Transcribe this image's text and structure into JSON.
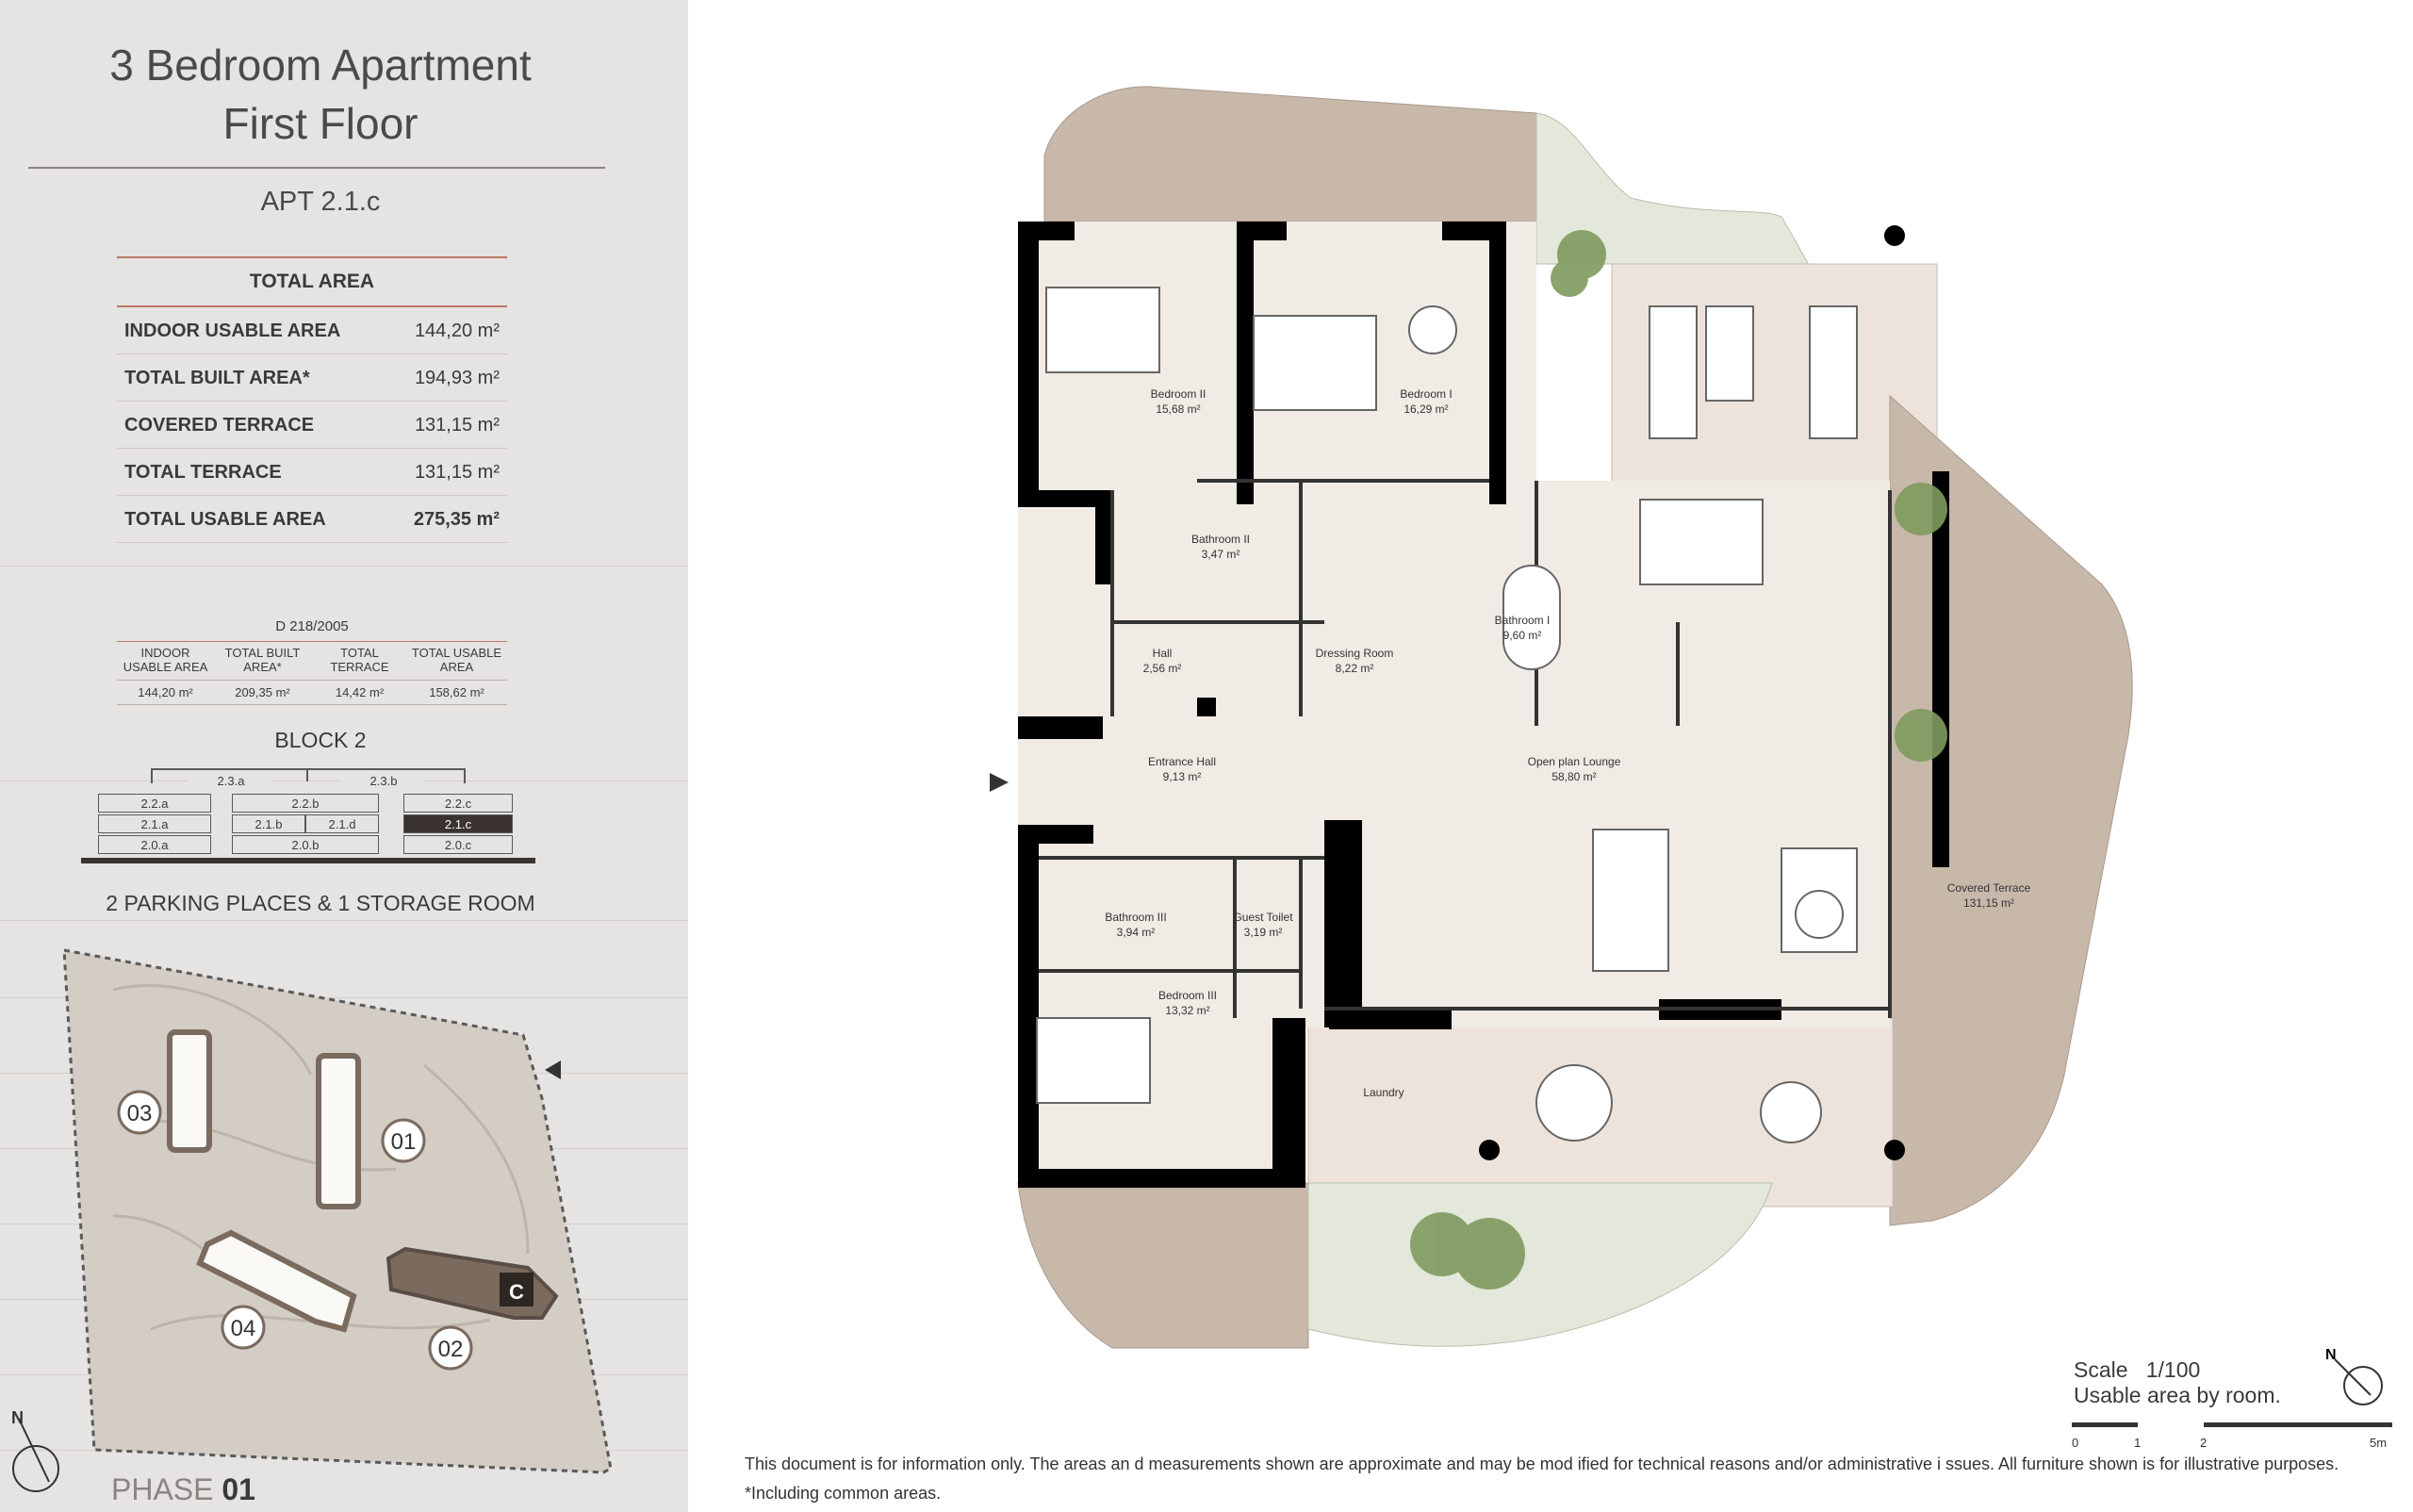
{
  "header": {
    "title_line1": "3 Bedroom Apartment",
    "title_line2": "First Floor",
    "apt": "APT 2.1.c"
  },
  "areas": {
    "header": "TOTAL AREA",
    "rows": [
      {
        "label": "INDOOR USABLE AREA",
        "value": "144,20 m²"
      },
      {
        "label": "TOTAL BUILT AREA*",
        "value": "194,93 m²"
      },
      {
        "label": "COVERED TERRACE",
        "value": "131,15 m²"
      },
      {
        "label": "TOTAL TERRACE",
        "value": "131,15 m²"
      },
      {
        "label": "TOTAL USABLE AREA",
        "value": "275,35 m²"
      }
    ]
  },
  "decree": {
    "label": "D 218/2005",
    "headers": [
      "INDOOR USABLE AREA",
      "TOTAL BUILT AREA*",
      "TOTAL TERRACE",
      "TOTAL USABLE AREA"
    ],
    "values": [
      "144,20 m²",
      "209,35 m²",
      "14,42 m²",
      "158,62 m²"
    ]
  },
  "block": {
    "title": "BLOCK 2",
    "top": [
      "2.3.a",
      "2.3.b"
    ],
    "row1": [
      "2.2.a",
      "2.2.b",
      "2.2.c"
    ],
    "row2": [
      "2.1.a",
      "2.1.b",
      "2.1.d",
      "2.1.c"
    ],
    "row3": [
      "2.0.a",
      "2.0.b",
      "2.0.c"
    ],
    "active": "2.1.c"
  },
  "parking": "2 PARKING PLACES & 1 STORAGE ROOM",
  "site": {
    "labels": [
      "03",
      "01",
      "04",
      "02"
    ],
    "block_letter": "C",
    "phase_label": "PHASE",
    "phase_number": "01",
    "north": "N"
  },
  "rooms": [
    {
      "name": "Bedroom II",
      "area": "15,68 m²"
    },
    {
      "name": "Bedroom I",
      "area": "16,29 m²"
    },
    {
      "name": "Bathroom II",
      "area": "3,47 m²"
    },
    {
      "name": "Bathroom I",
      "area": "9,60 m²"
    },
    {
      "name": "Hall",
      "area": "2,56 m²"
    },
    {
      "name": "Dressing Room",
      "area": "8,22 m²"
    },
    {
      "name": "Entrance Hall",
      "area": "9,13 m²"
    },
    {
      "name": "Open plan Lounge",
      "area": "58,80 m²"
    },
    {
      "name": "Bathroom III",
      "area": "3,94 m²"
    },
    {
      "name": "Guest Toilet",
      "area": "3,19 m²"
    },
    {
      "name": "Bedroom III",
      "area": "13,32 m²"
    },
    {
      "name": "Covered Terrace",
      "area": "131,15 m²"
    },
    {
      "name": "Laundry",
      "area": ""
    }
  ],
  "scale": {
    "label": "Scale",
    "ratio": "1/100",
    "note": "Usable area by room.",
    "ticks": [
      "0",
      "1",
      "2",
      "5m"
    ],
    "north": "N"
  },
  "disclaimer": {
    "line1": "This document is for information only. The areas an   d measurements shown are approximate and may be mod     ified for technical reasons and/or administrative i ssues. All furniture shown is for illustrative purposes.",
    "line2": "*Including common areas."
  },
  "colors": {
    "sidebar": "#e5e4e2",
    "accent": "#b97868",
    "terrace": "#c8b8aa",
    "garden": "#e3e8db",
    "floor": "#f0ebe5",
    "wall": "#000000",
    "tree": "#7f9a5e",
    "dark": "#3a3330"
  }
}
